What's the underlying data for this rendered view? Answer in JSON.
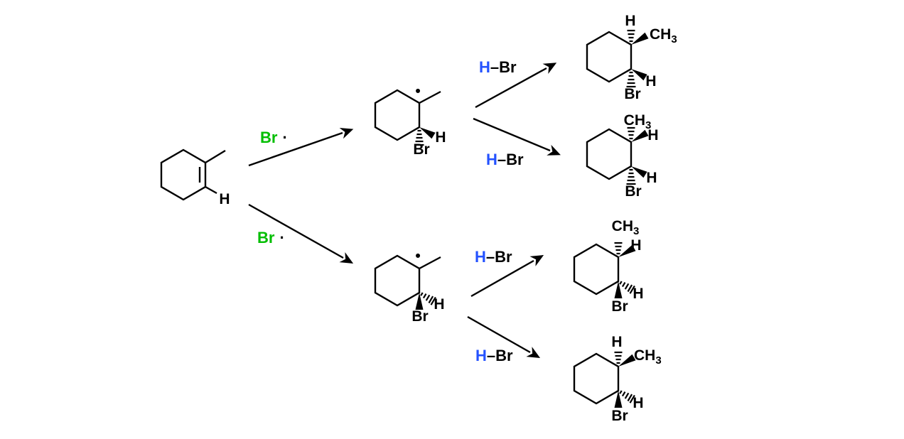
{
  "colors": {
    "background": "#ffffff",
    "bond_black": "#000000",
    "new_hydrogen_blue": "#2452ff",
    "bromine_green": "#00be00"
  },
  "reactant": {
    "vinyl_h": "H"
  },
  "radical_initiation": {
    "upper": {
      "species": "Br",
      "radical_dot": "·"
    },
    "lower": {
      "species": "Br",
      "radical_dot": "·"
    }
  },
  "hbr_steps": {
    "upper_top": {
      "h": "H",
      "bond_br": "–Br"
    },
    "upper_bottom": {
      "h": "H",
      "bond_br": "–Br"
    },
    "lower_top": {
      "h": "H",
      "bond_br": "–Br"
    },
    "lower_bottom": {
      "h": "H",
      "bond_br": "–Br"
    }
  },
  "intermediates": {
    "upper": {
      "radical_dot": "•",
      "h_label": "H",
      "br_label": "Br"
    },
    "lower": {
      "radical_dot": "•",
      "h_label": "H",
      "br_label": "Br"
    }
  },
  "products": [
    {
      "up": {
        "text": "H",
        "sub": "",
        "color": "#2452ff"
      },
      "upper_right": {
        "text": "CH",
        "sub": "3",
        "color": "#000000"
      },
      "lower_right": {
        "text": "H",
        "sub": "",
        "color": "#000000"
      },
      "down": {
        "text": "Br",
        "sub": "",
        "color": "#00be00"
      }
    },
    {
      "up": {
        "text": "CH",
        "sub": "3",
        "color": "#000000"
      },
      "upper_right": {
        "text": "H",
        "sub": "",
        "color": "#2452ff"
      },
      "lower_right": {
        "text": "H",
        "sub": "",
        "color": "#000000"
      },
      "down": {
        "text": "Br",
        "sub": "",
        "color": "#00be00"
      }
    },
    {
      "up": {
        "text": "CH",
        "sub": "3",
        "color": "#000000"
      },
      "upper_right": {
        "text": "H",
        "sub": "",
        "color": "#2452ff"
      },
      "lower_right": {
        "text": "H",
        "sub": "",
        "color": "#000000"
      },
      "down": {
        "text": "Br",
        "sub": "",
        "color": "#00be00"
      }
    },
    {
      "up": {
        "text": "H",
        "sub": "",
        "color": "#2452ff"
      },
      "upper_right": {
        "text": "CH",
        "sub": "3",
        "color": "#000000"
      },
      "lower_right": {
        "text": "H",
        "sub": "",
        "color": "#000000"
      },
      "down": {
        "text": "Br",
        "sub": "",
        "color": "#00be00"
      }
    }
  ]
}
